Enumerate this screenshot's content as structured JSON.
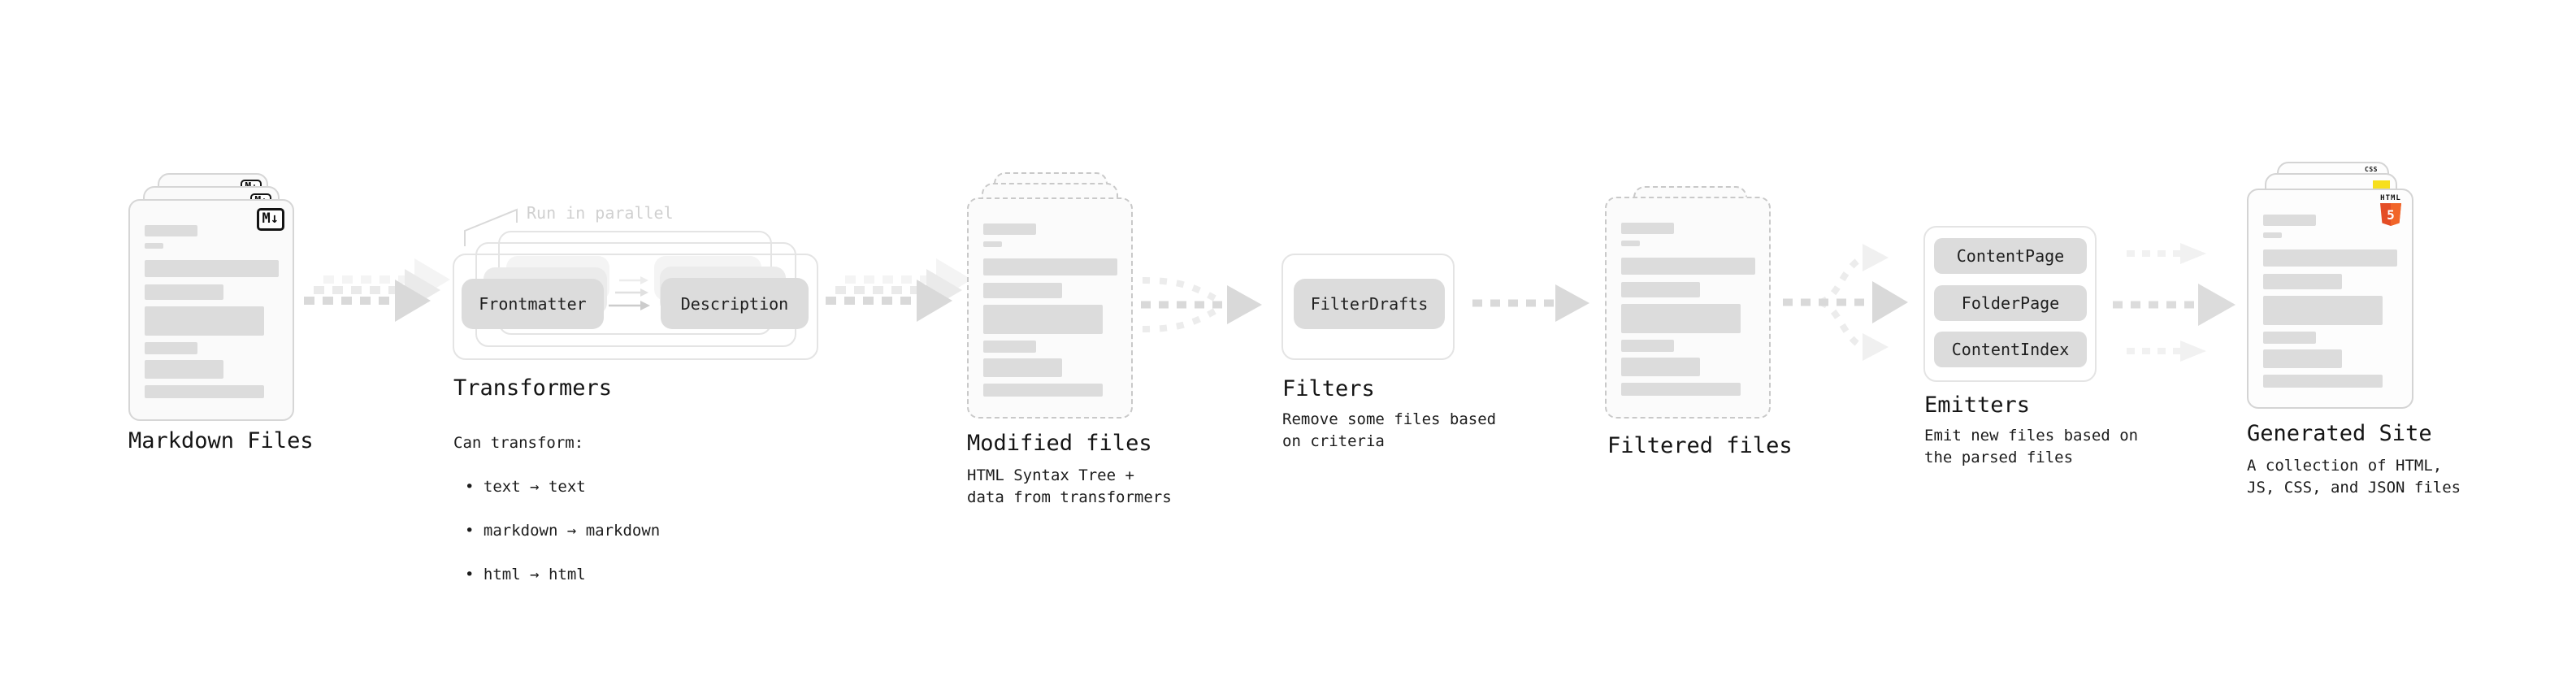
{
  "stages": {
    "markdown": {
      "label": "Markdown Files",
      "badge": "M↓"
    },
    "transformers": {
      "annotation": "Run in parallel",
      "node_frontmatter": "Frontmatter",
      "node_description": "Description",
      "label": "Transformers",
      "desc_title": "Can transform:",
      "bullets": [
        "• text → text",
        "• markdown → markdown",
        "• html → html"
      ]
    },
    "modified": {
      "label": "Modified files",
      "desc": "HTML Syntax Tree +\ndata from transformers"
    },
    "filters": {
      "label": "Filters",
      "node": "FilterDrafts",
      "desc": "Remove some files based\non criteria"
    },
    "filtered": {
      "label": "Filtered files"
    },
    "emitters": {
      "label": "Emitters",
      "nodes": [
        "ContentPage",
        "FolderPage",
        "ContentIndex"
      ],
      "desc": "Emit new files based on\nthe parsed files"
    },
    "site": {
      "label": "Generated Site",
      "desc": "A collection of HTML,\nJS, CSS, and JSON files",
      "badge_css": "CSS",
      "badge_html": "HTML",
      "badge_five": "5"
    }
  },
  "colors": {
    "html5_orange": "#E44D26",
    "html5_orange_light": "#F16529",
    "css_blue": "#2965F1",
    "js_yellow": "#F7DF1E",
    "arrow_gray": "#D9D9D9"
  }
}
